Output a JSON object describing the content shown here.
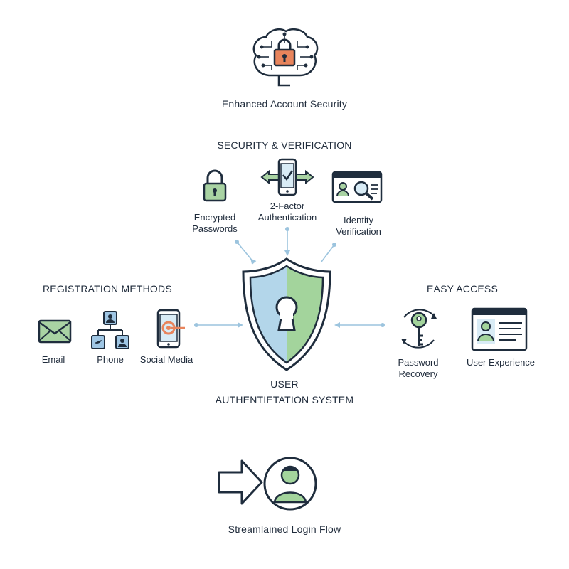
{
  "top": {
    "title": "Enhanced Account Security"
  },
  "security": {
    "heading": "SECURITY & VERIFICATION",
    "items": [
      {
        "label": "Encrypted Passwords",
        "icon": "padlock-icon"
      },
      {
        "label": "2-Factor Authentication",
        "icon": "phone-verification-icon"
      },
      {
        "label": "Identity Verification",
        "icon": "id-card-magnifier-icon"
      }
    ]
  },
  "registration": {
    "heading": "REGISTRATION METHODS",
    "items": [
      {
        "label": "Email",
        "icon": "envelope-icon"
      },
      {
        "label": "Phone",
        "icon": "contacts-network-icon"
      },
      {
        "label": "Social Media",
        "icon": "smartphone-social-icon"
      }
    ]
  },
  "access": {
    "heading": "EASY ACCESS",
    "items": [
      {
        "label": "Password Recovery",
        "icon": "key-refresh-icon"
      },
      {
        "label": "User Experience",
        "icon": "profile-window-icon"
      }
    ]
  },
  "center": {
    "line1": "USER",
    "line2": "AUTHENTIЕTATION SYSTEM",
    "icon": "shield-keyhole-icon"
  },
  "bottom": {
    "title": "Streamlained Login Flow",
    "icon": "user-login-arrow-icon"
  },
  "colors": {
    "navy": "#1f2d3d",
    "green": "#8fca8a",
    "blue": "#9fc6e4",
    "orange": "#e8845c",
    "connector": "#9cc4de"
  }
}
